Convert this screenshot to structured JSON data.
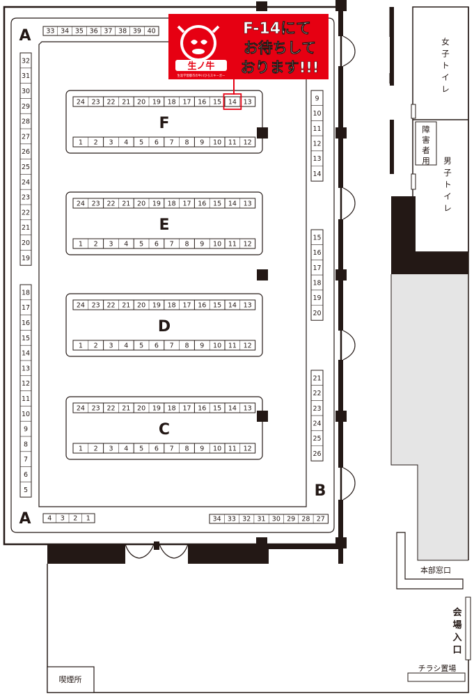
{
  "blocks": {
    "left_top": {
      "letter": "A",
      "numbers": [
        "33",
        "34",
        "35",
        "36",
        "37",
        "38",
        "39",
        "40"
      ]
    },
    "left_bottom": {
      "letter": "A",
      "numbers": [
        "4",
        "3",
        "2",
        "1"
      ]
    },
    "left_col_upper": [
      "32",
      "31",
      "30",
      "29",
      "28",
      "27",
      "26",
      "25",
      "24",
      "23",
      "22",
      "21",
      "20",
      "19"
    ],
    "left_col_lower": [
      "18",
      "17",
      "16",
      "15",
      "14",
      "13",
      "12",
      "11",
      "10",
      "9",
      "8",
      "7",
      "6",
      "5"
    ],
    "islands": [
      {
        "letter": "F",
        "top": [
          "24",
          "23",
          "22",
          "21",
          "20",
          "19",
          "18",
          "17",
          "16",
          "15",
          "14",
          "13"
        ],
        "bottom": [
          "1",
          "2",
          "3",
          "4",
          "5",
          "6",
          "7",
          "8",
          "9",
          "10",
          "11",
          "12"
        ]
      },
      {
        "letter": "E",
        "top": [
          "24",
          "23",
          "22",
          "21",
          "20",
          "19",
          "18",
          "17",
          "16",
          "15",
          "14",
          "13"
        ],
        "bottom": [
          "1",
          "2",
          "3",
          "4",
          "5",
          "6",
          "7",
          "8",
          "9",
          "10",
          "11",
          "12"
        ]
      },
      {
        "letter": "D",
        "top": [
          "24",
          "23",
          "22",
          "21",
          "20",
          "19",
          "18",
          "17",
          "16",
          "15",
          "14",
          "13"
        ],
        "bottom": [
          "1",
          "2",
          "3",
          "4",
          "5",
          "6",
          "7",
          "8",
          "9",
          "10",
          "11",
          "12"
        ]
      },
      {
        "letter": "C",
        "top": [
          "24",
          "23",
          "22",
          "21",
          "20",
          "19",
          "18",
          "17",
          "16",
          "15",
          "14",
          "13"
        ],
        "bottom": [
          "1",
          "2",
          "3",
          "4",
          "5",
          "6",
          "7",
          "8",
          "9",
          "10",
          "11",
          "12"
        ]
      }
    ],
    "right_col_groups": [
      [
        "9",
        "10",
        "11",
        "12",
        "13",
        "14"
      ],
      [
        "15",
        "16",
        "17",
        "18",
        "19",
        "20"
      ],
      [
        "21",
        "22",
        "23",
        "24",
        "25",
        "26"
      ]
    ],
    "right_bottom": {
      "letter": "B",
      "numbers": [
        "34",
        "33",
        "32",
        "31",
        "30",
        "29",
        "28",
        "27"
      ]
    }
  },
  "highlight": {
    "block": "F",
    "number": "14",
    "color": "#e60012"
  },
  "banner": {
    "line1": "F-14にて",
    "line2": "お待ちして",
    "line3": "おります!!!",
    "logo_text": "生ノ牛",
    "logo_subtitle": "生涯学習都市の牛川ひろスキーガー",
    "color": "#e60012"
  },
  "rooms": {
    "womens_toilet": "女子トイレ",
    "accessible_toilet": "障害者用",
    "mens_toilet": "男子トイレ",
    "headquarters": "本部窓口",
    "entrance": "会場入口",
    "flyer_area": "チラシ置場",
    "smoking_area": "喫煙所"
  },
  "colors": {
    "ink": "#231815",
    "gray_area": "#e5e5e5",
    "accent": "#e60012"
  }
}
